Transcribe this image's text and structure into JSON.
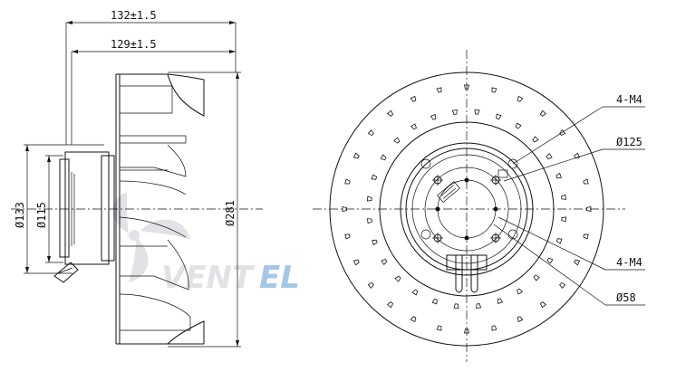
{
  "side_view": {
    "width_overall": "132±1.5",
    "width_wheel": "129±1.5",
    "diameter_outer": "Ø281",
    "diameter_flange": "Ø133",
    "diameter_motor": "Ø115"
  },
  "front_view": {
    "holes_outer": "4-M4",
    "pcd_outer": "Ø125",
    "holes_inner": "4-M4",
    "pcd_inner": "Ø58"
  },
  "watermark": {
    "text_part1": "VENT",
    "text_part2": "EL",
    "color_gray": "#c7ccd3",
    "color_blue": "#5b9bd5"
  }
}
